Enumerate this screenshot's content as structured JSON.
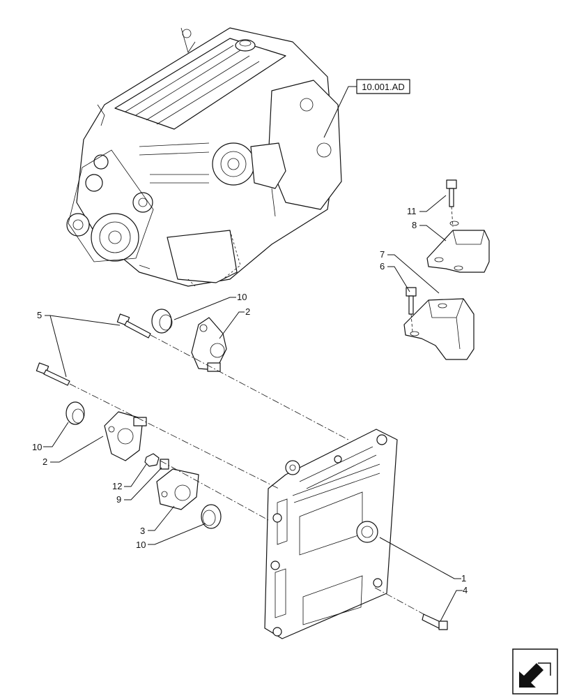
{
  "reference_tag": "10.001.AD",
  "callouts": {
    "c1": "1",
    "c2a": "2",
    "c2b": "2",
    "c3": "3",
    "c4": "4",
    "c5": "5",
    "c6": "6",
    "c7": "7",
    "c8": "8",
    "c9": "9",
    "c10a": "10",
    "c10b": "10",
    "c10c": "10",
    "c11": "11",
    "c12": "12"
  },
  "nav": {
    "icon": "next-page-arrow-icon"
  }
}
